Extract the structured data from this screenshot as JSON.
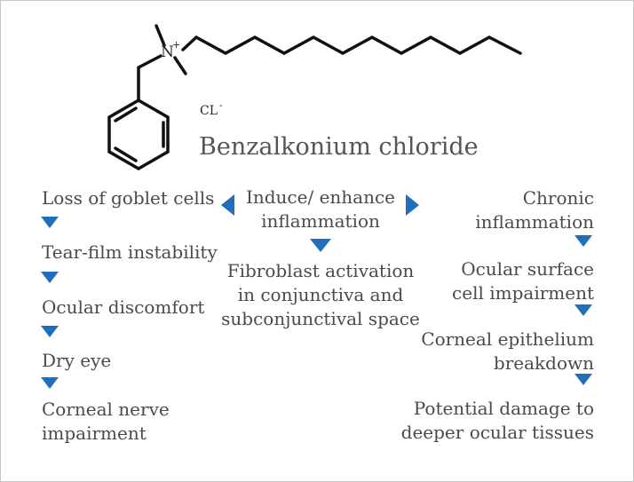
{
  "structure": {
    "nitrogen": "N",
    "nitrogen_charge": "+",
    "counter_ion": "CL",
    "counter_ion_charge": "-"
  },
  "title": "Benzalkonium chloride",
  "center": {
    "line1": "Induce/ enhance",
    "line2": "inflammation",
    "effect_line1": "Fibroblast activation",
    "effect_line2": "in conjunctiva and",
    "effect_line3": "subconjunctival space"
  },
  "left_chain": [
    {
      "line1": "Loss of goblet cells"
    },
    {
      "line1": "Tear-film instability"
    },
    {
      "line1": "Ocular discomfort"
    },
    {
      "line1": "Dry eye"
    },
    {
      "line1": "Corneal nerve",
      "line2": "impairment"
    }
  ],
  "right_chain": [
    {
      "line1": "Chronic",
      "line2": "inflammation"
    },
    {
      "line1": "Ocular surface",
      "line2": "cell impairment"
    },
    {
      "line1": "Corneal epithelium",
      "line2": "breakdown"
    },
    {
      "line1": "Potential damage to",
      "line2": "deeper ocular tissues"
    }
  ],
  "colors": {
    "arrow": "#1f6fbd",
    "text": "#4a4a4a",
    "structure": "#111111"
  }
}
